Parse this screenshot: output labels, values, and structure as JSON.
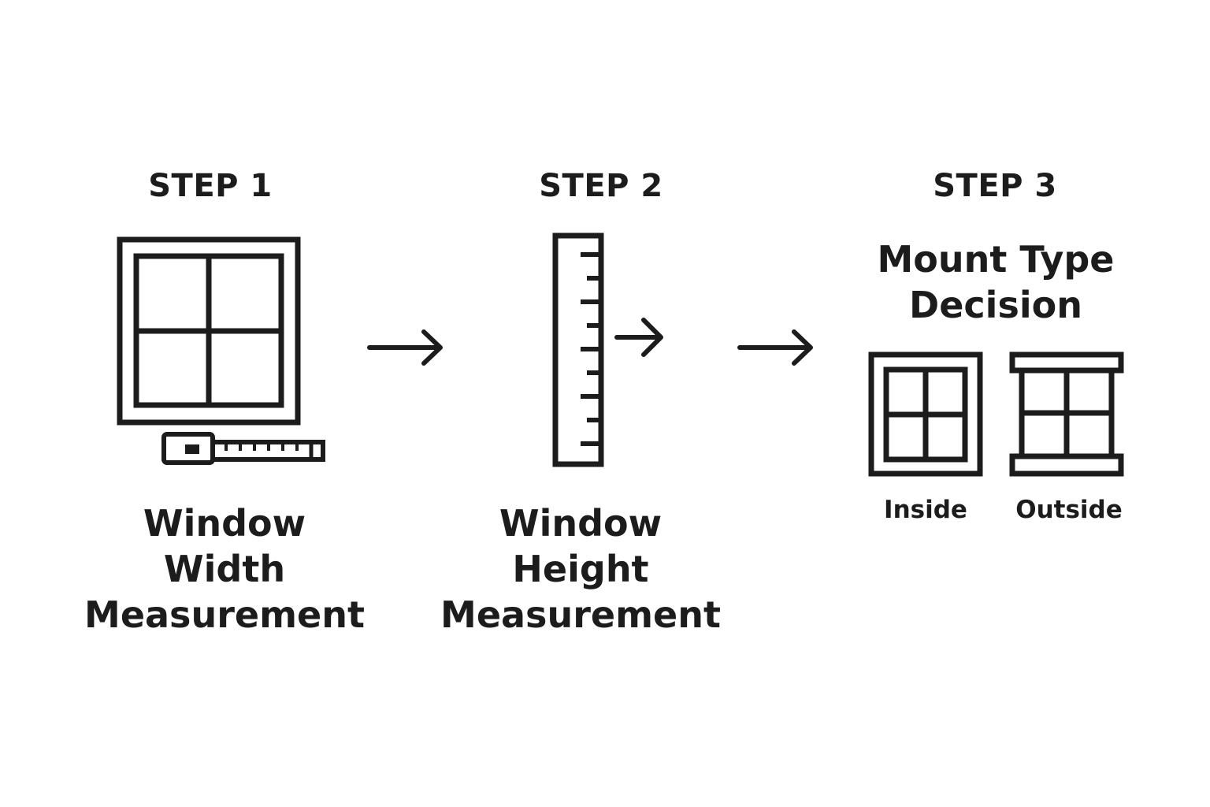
{
  "colors": {
    "stroke": "#1c1c1c",
    "background": "#ffffff"
  },
  "steps": [
    {
      "label": "STEP 1",
      "icon": "window-with-tape-measure-icon",
      "caption_lines": [
        "Window",
        "Width",
        "Measurement"
      ]
    },
    {
      "label": "STEP 2",
      "icon": "ruler-icon",
      "caption_lines": [
        "Window",
        "Height",
        "Measurement"
      ]
    },
    {
      "label": "STEP 3",
      "title_lines": [
        "Mount Type",
        "Decision"
      ],
      "options": [
        {
          "label": "Inside",
          "icon": "inside-mount-window-icon"
        },
        {
          "label": "Outside",
          "icon": "outside-mount-window-icon"
        }
      ]
    }
  ],
  "connectors": [
    "arrow-right-icon",
    "arrow-right-icon"
  ]
}
